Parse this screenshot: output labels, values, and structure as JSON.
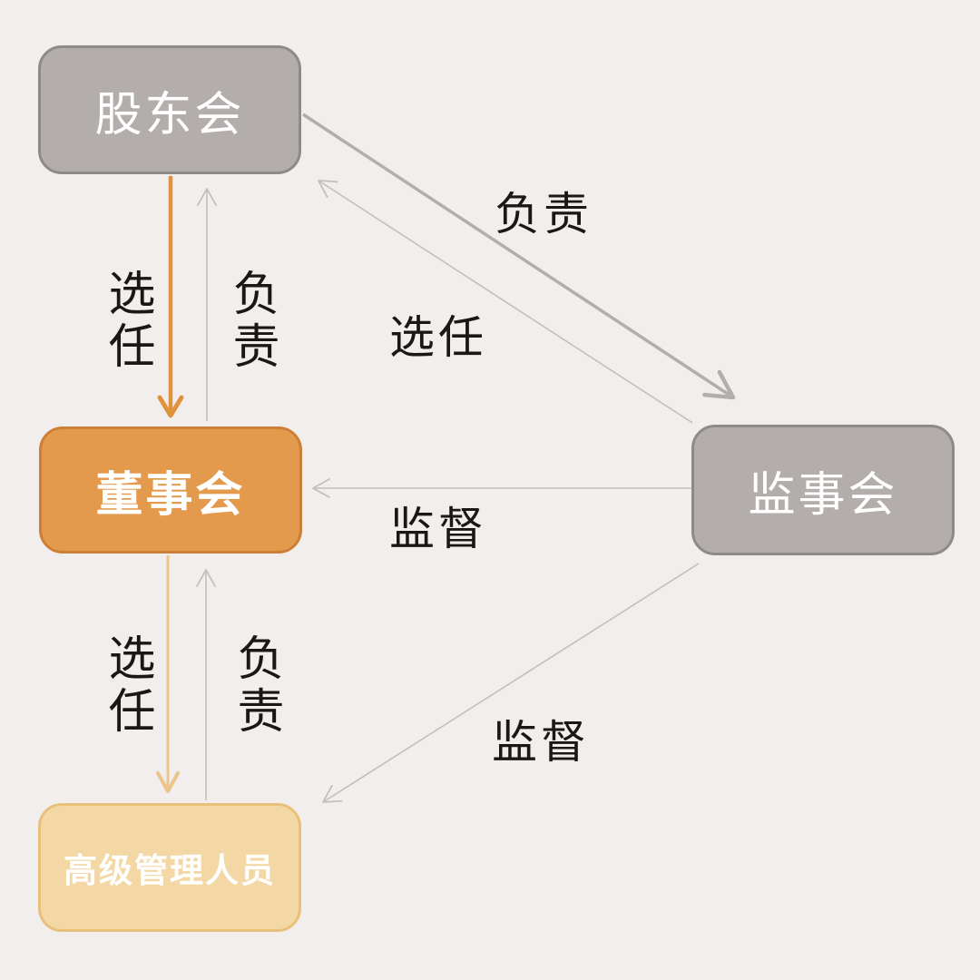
{
  "diagram": {
    "background_color": "#f2eeee",
    "nodes": [
      {
        "id": "shareholders-meeting",
        "label": "股东会",
        "fill": "#b3aeab",
        "border": "#8d8a88",
        "text_color": "#ffffff"
      },
      {
        "id": "board-of-directors",
        "label": "董事会",
        "fill": "#e49a4d",
        "border": "#ca8038",
        "text_color": "#ffffff"
      },
      {
        "id": "board-of-supervisors",
        "label": "监事会",
        "fill": "#b3aeab",
        "border": "#8d8a88",
        "text_color": "#ffffff"
      },
      {
        "id": "senior-management",
        "label": "高级管理人员",
        "fill": "#f3d8a6",
        "border": "#e8c07a",
        "text_color": "#ffffff"
      }
    ],
    "edges": [
      {
        "from": "股东会",
        "to": "董事会",
        "label": "选任",
        "color": "#e0923c",
        "style": "thick-orange-down-arrow"
      },
      {
        "from": "董事会",
        "to": "股东会",
        "label": "负责",
        "color": "#c3bfbd",
        "style": "thin-gray-up-arrow"
      },
      {
        "from": "股东会",
        "to": "监事会",
        "label": "选任",
        "color": "#b2aeac",
        "style": "thick-gray-diagonal-arrow"
      },
      {
        "from": "监事会",
        "to": "股东会",
        "label": "负责",
        "color": "#c3bfbd",
        "style": "thin-gray-diagonal-arrow"
      },
      {
        "from": "监事会",
        "to": "董事会",
        "label": "监督",
        "color": "#c3bfbd",
        "style": "thin-gray-left-arrow"
      },
      {
        "from": "董事会",
        "to": "高级管理人员",
        "label": "选任",
        "color": "#edc48b",
        "style": "pale-orange-down-arrow"
      },
      {
        "from": "高级管理人员",
        "to": "董事会",
        "label": "负责",
        "color": "#c3bfbd",
        "style": "thin-gray-up-arrow"
      },
      {
        "from": "监事会",
        "to": "高级管理人员",
        "label": "监督",
        "color": "#c3bfbd",
        "style": "thin-gray-diagonal-arrow"
      }
    ]
  }
}
